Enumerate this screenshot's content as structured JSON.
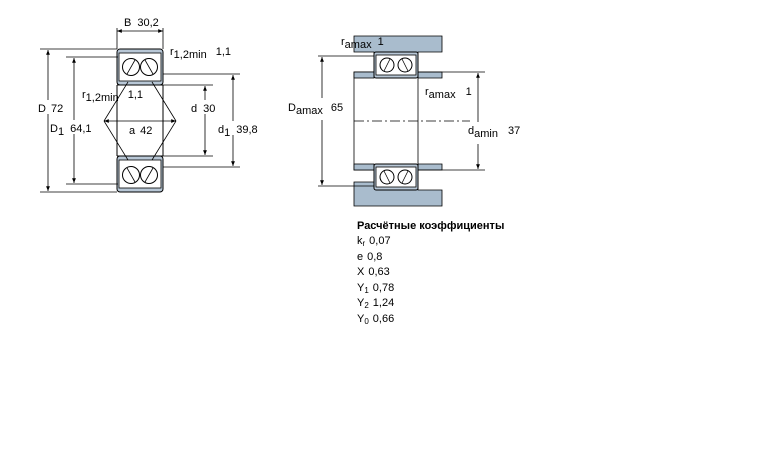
{
  "left_view": {
    "B": {
      "label": "B",
      "value": "30,2"
    },
    "r_top": {
      "symbol": "r",
      "sub": "1,2min",
      "value": "1,1"
    },
    "r_inner": {
      "symbol": "r",
      "sub": "1,2min",
      "value": "1,1"
    },
    "D": {
      "label": "D",
      "value": "72"
    },
    "D1": {
      "symbol": "D",
      "sub": "1",
      "value": "64,1"
    },
    "a": {
      "label": "a",
      "value": "42"
    },
    "d": {
      "label": "d",
      "value": "30"
    },
    "d1": {
      "symbol": "d",
      "sub": "1",
      "value": "39,8"
    }
  },
  "right_view": {
    "ra_top": {
      "symbol": "r",
      "sub": "amax",
      "value": "1"
    },
    "ra_right": {
      "symbol": "r",
      "sub": "amax",
      "value": "1"
    },
    "Da": {
      "symbol": "D",
      "sub": "amax",
      "value": "65"
    },
    "da": {
      "symbol": "d",
      "sub": "amin",
      "value": "37"
    }
  },
  "coefficients": {
    "heading": "Расчётные коэффициенты",
    "rows": [
      {
        "symbol": "k",
        "sub": "r",
        "value": "0,07"
      },
      {
        "symbol": "e",
        "sub": "",
        "value": "0,8"
      },
      {
        "symbol": "X",
        "sub": "",
        "value": "0,63"
      },
      {
        "symbol": "Y",
        "sub": "1",
        "value": "0,78"
      },
      {
        "symbol": "Y",
        "sub": "2",
        "value": "1,24"
      },
      {
        "symbol": "Y",
        "sub": "0",
        "value": "0,66"
      }
    ]
  },
  "colors": {
    "housing": "#a9bccd",
    "outline": "#000000",
    "dim_line": "#000000"
  }
}
